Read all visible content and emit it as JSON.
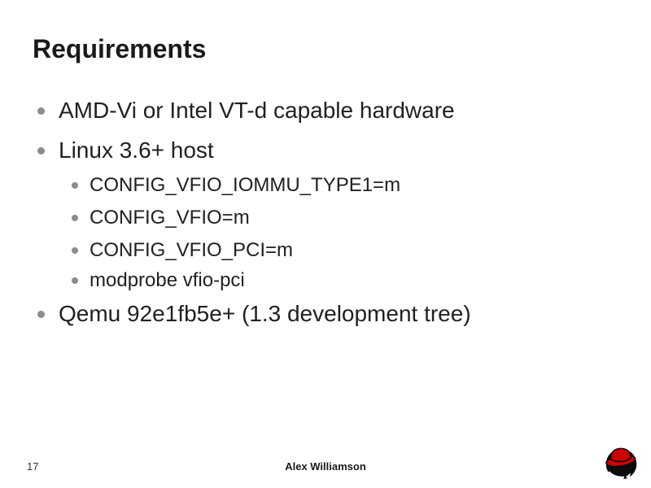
{
  "slide": {
    "title": "Requirements",
    "bullets": [
      {
        "level": 1,
        "text": "AMD-Vi or Intel VT-d capable hardware"
      },
      {
        "level": 1,
        "text": "Linux 3.6+ host"
      },
      {
        "level": 2,
        "text": "CONFIG_VFIO_IOMMU_TYPE1=m"
      },
      {
        "level": 2,
        "text": "CONFIG_VFIO=m"
      },
      {
        "level": 2,
        "text": "CONFIG_VFIO_PCI=m"
      },
      {
        "level": 2,
        "text": "modprobe vfio-pci"
      },
      {
        "level": 1,
        "text": "Qemu 92e1fb5e+ (1.3 development tree)"
      }
    ]
  },
  "footer": {
    "page_number": "17",
    "author": "Alex Williamson"
  },
  "logo": {
    "name": "redhat-shadowman-logo",
    "hat_color": "#cc0000",
    "head_color": "#0b0b0b"
  },
  "colors": {
    "background": "#ffffff",
    "title_text": "#1a1a1a",
    "body_text": "#212121",
    "bullet_dot": "#8c8c8c"
  }
}
